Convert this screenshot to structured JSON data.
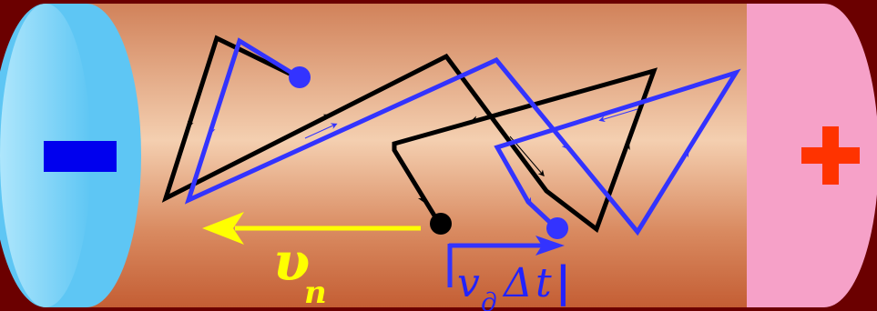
{
  "colors": {
    "background": "#6b0000",
    "conductor_light": "#f2c7a6",
    "conductor_dark": "#c8643a",
    "left_electrode": "#62c8f5",
    "left_electrode_face": "#a6e2fb",
    "right_electrode": "#f6a1c8",
    "minus_sign": "#0000ee",
    "plus_sign": "#ff3300",
    "path_black": "#000000",
    "path_blue": "#3333ff",
    "drift_arrow": "#ffff00",
    "vn_label": "#ffff00",
    "vd_label": "#2222ff"
  },
  "labels": {
    "vn_main": "υ",
    "vn_sub": "n",
    "vd_left_bar": "|",
    "vd_main": "v",
    "vd_sub": "д",
    "vd_delta": "Δ",
    "vd_t": "t",
    "vd_right_bar": "|"
  },
  "electrodes": {
    "left_sign": "minus",
    "right_sign": "plus"
  },
  "icons": {
    "electron_start": "blue-dot",
    "electron_black_end": "black-dot",
    "electron_blue_end": "blue-dot"
  }
}
